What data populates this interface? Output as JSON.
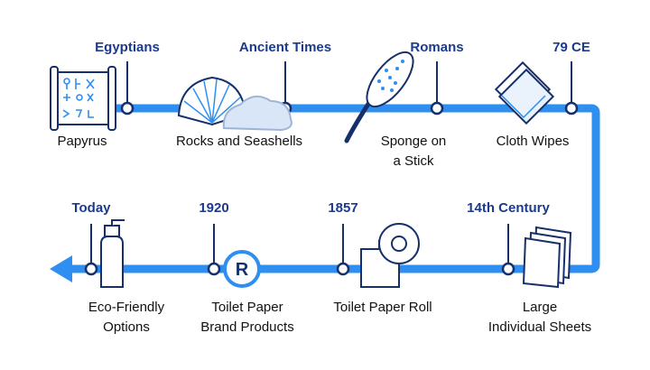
{
  "colors": {
    "line": "#2e8ff0",
    "dark_navy": "#16306b",
    "label_navy": "#1b3a8c",
    "text": "#111111"
  },
  "top_row": [
    {
      "era": "Egyptians",
      "label": "Papyrus",
      "icon": "papyrus-scroll-icon"
    },
    {
      "era": "Ancient Times",
      "label": "Rocks and Seashells",
      "icon": "seashell-rock-icon"
    },
    {
      "era": "Romans",
      "label_lines": [
        "Sponge on",
        "a Stick"
      ],
      "icon": "sponge-stick-icon"
    },
    {
      "era": "79 CE",
      "label": "Cloth Wipes",
      "icon": "cloth-wipes-icon"
    }
  ],
  "bottom_row": [
    {
      "era": "Today",
      "label_lines": [
        "Eco-Friendly",
        "Options"
      ],
      "icon": "eco-bottle-icon"
    },
    {
      "era": "1920",
      "label_lines": [
        "Toilet Paper",
        "Brand Products"
      ],
      "icon": "registered-brand-icon",
      "badge": "R"
    },
    {
      "era": "1857",
      "label": "Toilet Paper Roll",
      "icon": "toilet-paper-roll-icon"
    },
    {
      "era": "14th Century",
      "label_lines": [
        "Large",
        "Individual Sheets"
      ],
      "icon": "paper-sheets-icon"
    }
  ]
}
